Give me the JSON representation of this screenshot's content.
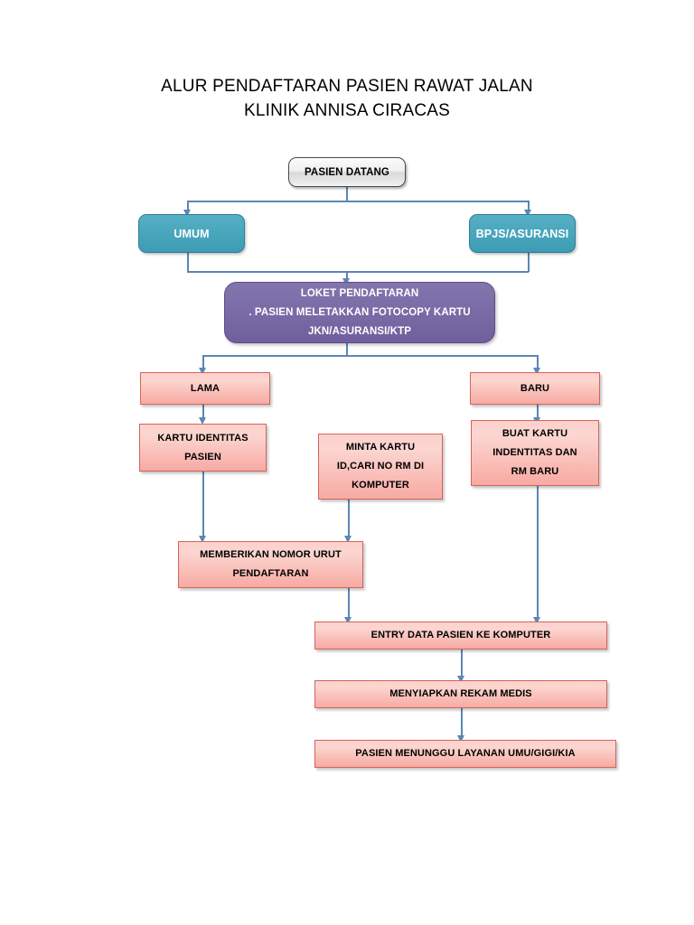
{
  "title": {
    "line1": "ALUR PENDAFTARAN PASIEN RAWAT JALAN",
    "line2": "KLINIK ANNISA CIRACAS"
  },
  "colors": {
    "start_fill": "#eeeeee",
    "start_border": "#4a4a4a",
    "teal_fill": "#49a6bc",
    "teal_border": "#2f7e93",
    "purple_fill": "#7a6aa6",
    "purple_border": "#5e4e86",
    "pink_fill_top": "#fbd0cb",
    "pink_fill_bottom": "#f7aaa2",
    "pink_border": "#d4645c",
    "connector": "#5b87b5",
    "text_dark": "#000000",
    "text_light": "#ffffff",
    "background": "#ffffff"
  },
  "nodes": {
    "start": {
      "label": "PASIEN DATANG",
      "shape": "rounded-rect",
      "fill": "grey"
    },
    "umum": {
      "label": "UMUM",
      "shape": "rounded-rect",
      "fill": "teal"
    },
    "bpjs": {
      "label": "BPJS/ASURANSI",
      "shape": "rounded-rect",
      "fill": "teal"
    },
    "loket": {
      "line1": ". PASIEN MELETAKKAN FOTOCOPY KARTU",
      "line2": "LOKET PENDAFTARAN",
      "line3": "JKN/ASURANSI/KTP",
      "shape": "rounded-rect",
      "fill": "purple"
    },
    "lama": {
      "label": "LAMA",
      "shape": "rect",
      "fill": "pink"
    },
    "baru": {
      "label": "BARU",
      "shape": "rect",
      "fill": "pink"
    },
    "kartu_identitas": {
      "line1": "KARTU IDENTITAS",
      "line2": "PASIEN",
      "shape": "rect",
      "fill": "pink"
    },
    "minta_kartu": {
      "line1": "MINTA KARTU",
      "line2": "ID,CARI NO RM DI",
      "line3": "KOMPUTER",
      "shape": "rect",
      "fill": "pink"
    },
    "buat_kartu": {
      "line1": "BUAT KARTU",
      "line2": "INDENTITAS DAN",
      "line3": "RM BARU",
      "shape": "rect",
      "fill": "pink"
    },
    "nomor_urut": {
      "line1": "MEMBERIKAN NOMOR URUT",
      "line2": "PENDAFTARAN",
      "shape": "rect",
      "fill": "pink"
    },
    "entry_data": {
      "label": "ENTRY DATA PASIEN KE KOMPUTER",
      "shape": "rect",
      "fill": "pink"
    },
    "rekam_medis": {
      "label": "MENYIAPKAN REKAM MEDIS",
      "shape": "rect",
      "fill": "pink"
    },
    "menunggu": {
      "label": "PASIEN MENUNGGU LAYANAN UMU/GIGI/KIA",
      "shape": "rect",
      "fill": "pink"
    }
  },
  "flow": [
    {
      "from": "start",
      "to": "umum"
    },
    {
      "from": "start",
      "to": "bpjs"
    },
    {
      "from": "umum",
      "to": "loket"
    },
    {
      "from": "bpjs",
      "to": "loket"
    },
    {
      "from": "loket",
      "to": "lama"
    },
    {
      "from": "loket",
      "to": "baru"
    },
    {
      "from": "lama",
      "to": "kartu_identitas"
    },
    {
      "from": "baru",
      "to": "buat_kartu"
    },
    {
      "from": "kartu_identitas",
      "to": "nomor_urut"
    },
    {
      "from": "minta_kartu",
      "to": "nomor_urut"
    },
    {
      "from": "nomor_urut",
      "to": "entry_data"
    },
    {
      "from": "buat_kartu",
      "to": "entry_data"
    },
    {
      "from": "entry_data",
      "to": "rekam_medis"
    },
    {
      "from": "rekam_medis",
      "to": "menunggu"
    }
  ]
}
